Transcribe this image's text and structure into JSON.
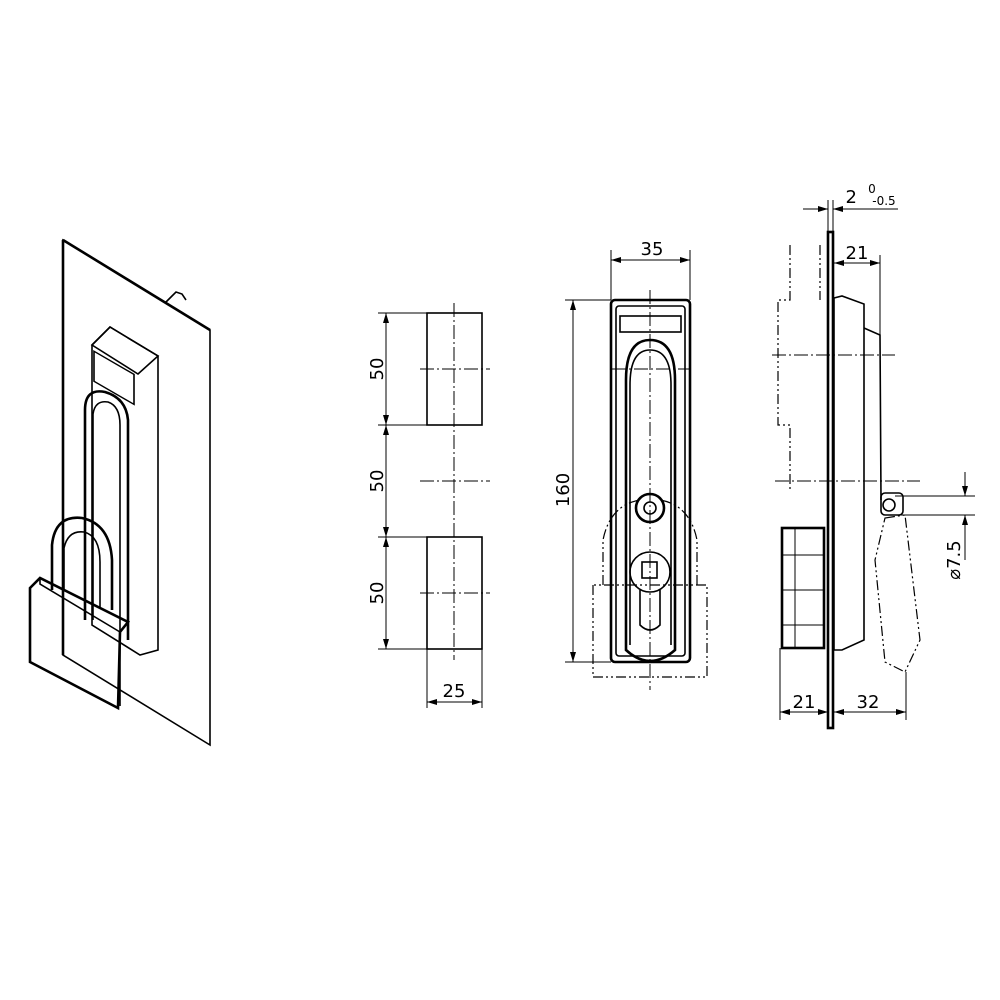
{
  "drawing": {
    "colors": {
      "line": "#000000",
      "background": "#ffffff"
    },
    "views": {
      "isometric": {
        "name": "isometric-view-with-padlock"
      },
      "cutout": {
        "dim_upper_height": "50",
        "dim_spacing": "50",
        "dim_lower_height": "50",
        "dim_width": "25"
      },
      "front": {
        "dim_width": "35",
        "dim_height": "160"
      },
      "side": {
        "dim_thickness": "2",
        "dim_thickness_tol_upper": "0",
        "dim_thickness_tol_lower": "-0.5",
        "dim_depth_top": "21",
        "dim_rear_depth": "21",
        "dim_front_depth": "32",
        "dim_hole_diameter": "⌀7.5"
      }
    }
  }
}
